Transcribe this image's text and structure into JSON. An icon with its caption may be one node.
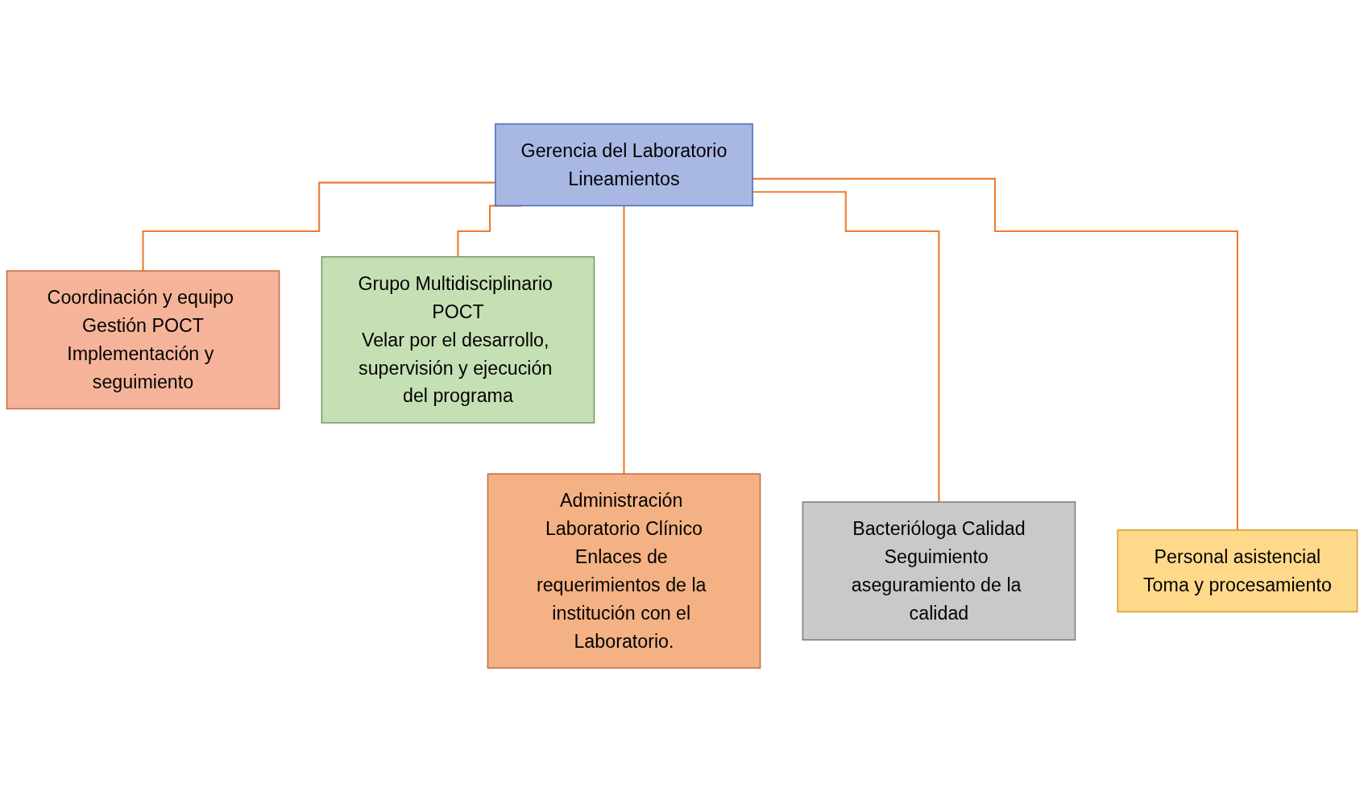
{
  "diagram": {
    "nodes": [
      {
        "text": [
          "Gerencia del Laboratorio",
          "Lineamientos"
        ]
      },
      {
        "text": [
          "Coordinación y equipo Gestión POCT",
          "Implementación y seguimiento"
        ]
      },
      {
        "text": [
          "Grupo Multidisciplinario POCT",
          "Velar por el desarrollo, supervisión y ejecución del programa"
        ]
      },
      {
        "text": [
          "Administración Laboratorio Clínico",
          "Enlaces de requerimientos de la institución con el Laboratorio."
        ]
      },
      {
        "text": [
          "Bacterióloga Calidad",
          "Seguimiento aseguramiento de la calidad"
        ]
      },
      {
        "text": [
          "Personal asistencial",
          "Toma y procesamiento"
        ]
      }
    ],
    "edges": [
      {
        "from": 0,
        "to": 1,
        "arrow": "none"
      },
      {
        "from": 0,
        "to": 2,
        "arrow": "none"
      },
      {
        "from": 0,
        "to": 3,
        "arrow": "none"
      },
      {
        "from": 0,
        "to": 4,
        "arrow": "none"
      },
      {
        "from": 0,
        "to": 5,
        "arrow": "none"
      }
    ]
  }
}
